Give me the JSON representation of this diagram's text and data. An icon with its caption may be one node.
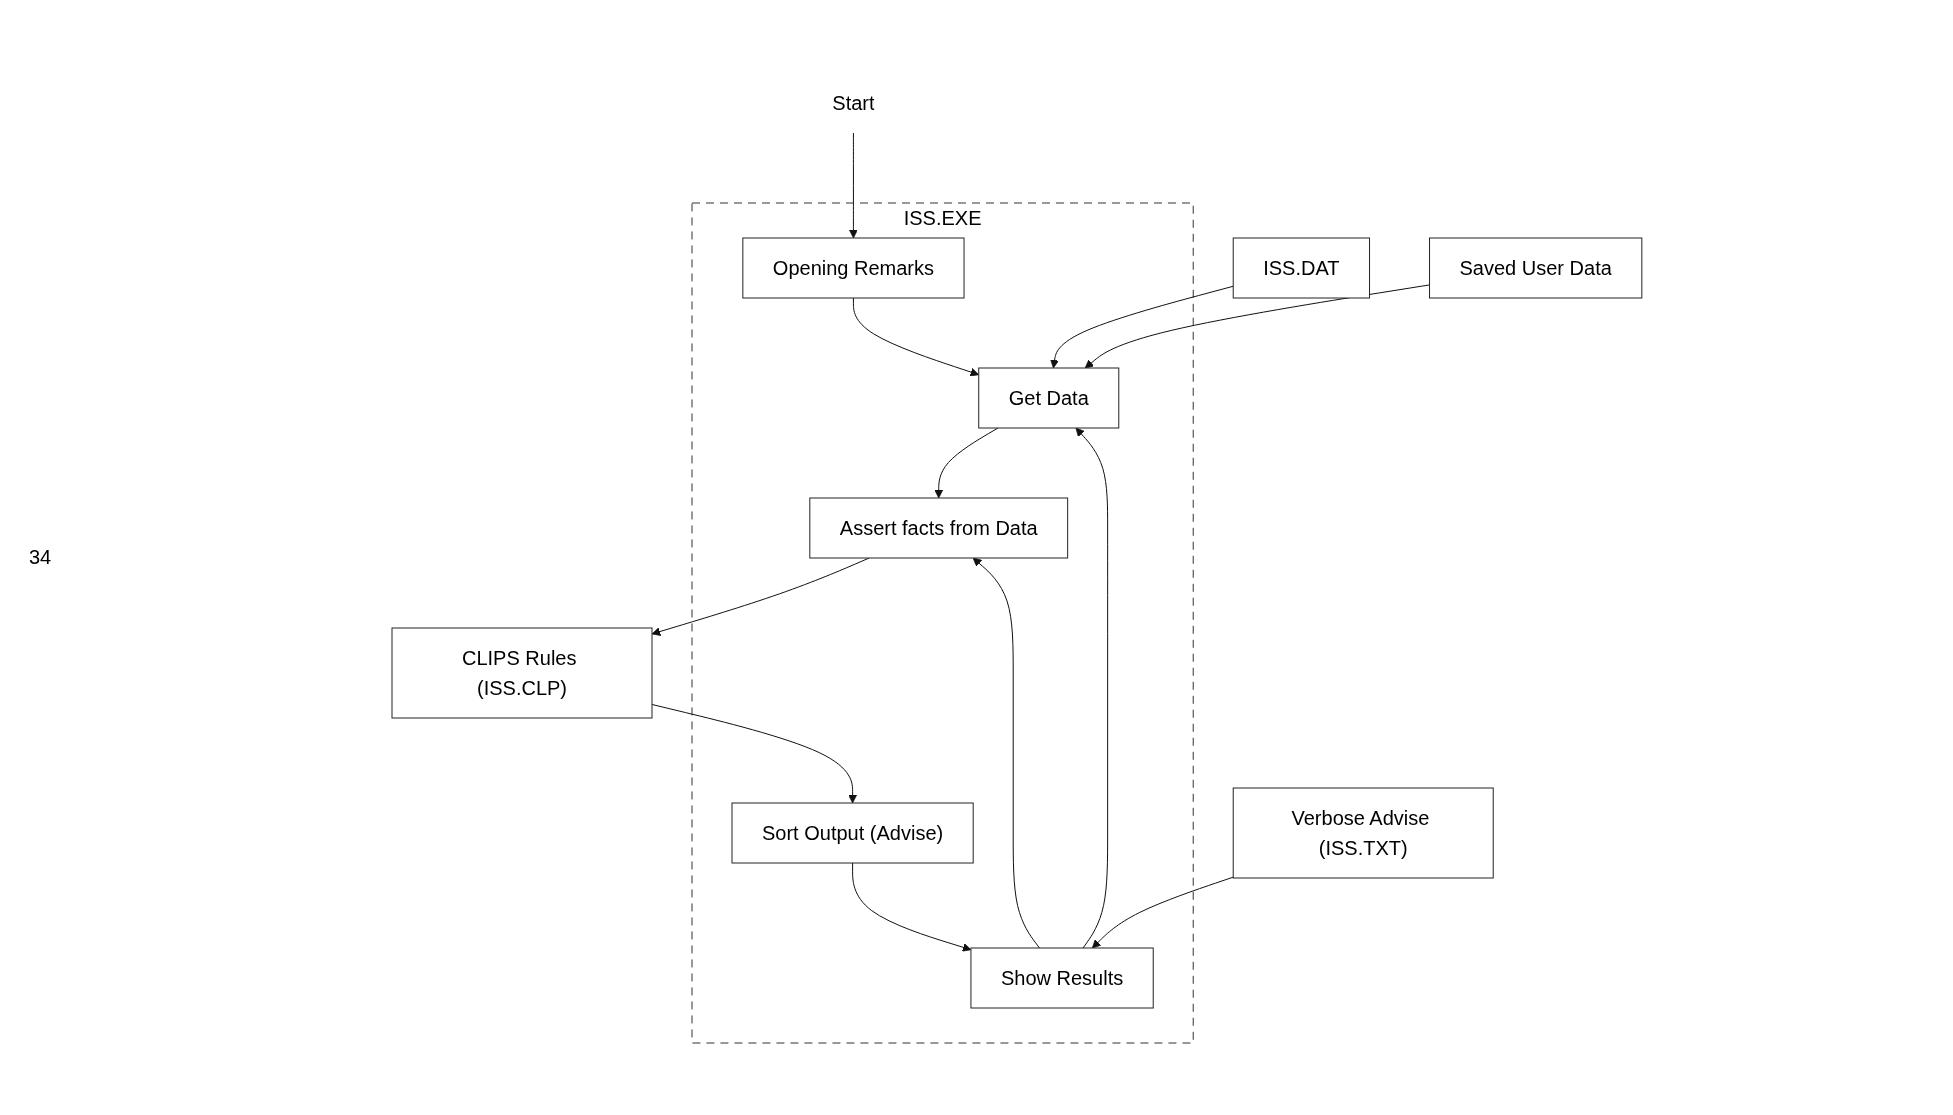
{
  "diagram": {
    "nodes": [
      {
        "text": [
          "ISS.DAT"
        ]
      },
      {
        "text": [
          "Saved User Data"
        ]
      },
      {
        "text": [
          "ISS.EXE"
        ]
      },
      {
        "text": [
          "Start"
        ]
      },
      {
        "text": [
          "Opening Remarks"
        ],
        "in": 2
      },
      {
        "text": [
          "Get Data"
        ],
        "in": 2
      },
      {
        "text": [
          "Assert facts from Data"
        ],
        "in": 2
      },
      {
        "text": [
          "Show Results"
        ],
        "in": 2
      },
      {
        "text": [
          "Sort Output (Advise)"
        ],
        "in": 2
      },
      {
        "text": [
          "CLIPS Rules (ISS.CLP)"
        ]
      },
      {
        "text": [
          "Verbose Advise (ISS.TXT)"
        ]
      }
    ],
    "edges": [
      {
        "from": 3,
        "to": 4,
        "arrow": "to"
      },
      {
        "from": 4,
        "to": 5,
        "arrow": "to"
      },
      {
        "from": 0,
        "to": 5,
        "arrow": "to"
      },
      {
        "from": 1,
        "to": 5,
        "arrow": "to"
      },
      {
        "from": 5,
        "to": 6,
        "arrow": "to"
      },
      {
        "from": 6,
        "to": 9,
        "arrow": "to"
      },
      {
        "from": 9,
        "to": 8,
        "arrow": "to"
      },
      {
        "from": 8,
        "to": 7,
        "arrow": "to"
      },
      {
        "from": 7,
        "to": 5,
        "arrow": "to"
      },
      {
        "from": 7,
        "to": 6,
        "arrow": "to"
      },
      {
        "from": 10,
        "to": 7,
        "arrow": "to"
      }
    ],
    "labels": [
      "34"
    ]
  }
}
